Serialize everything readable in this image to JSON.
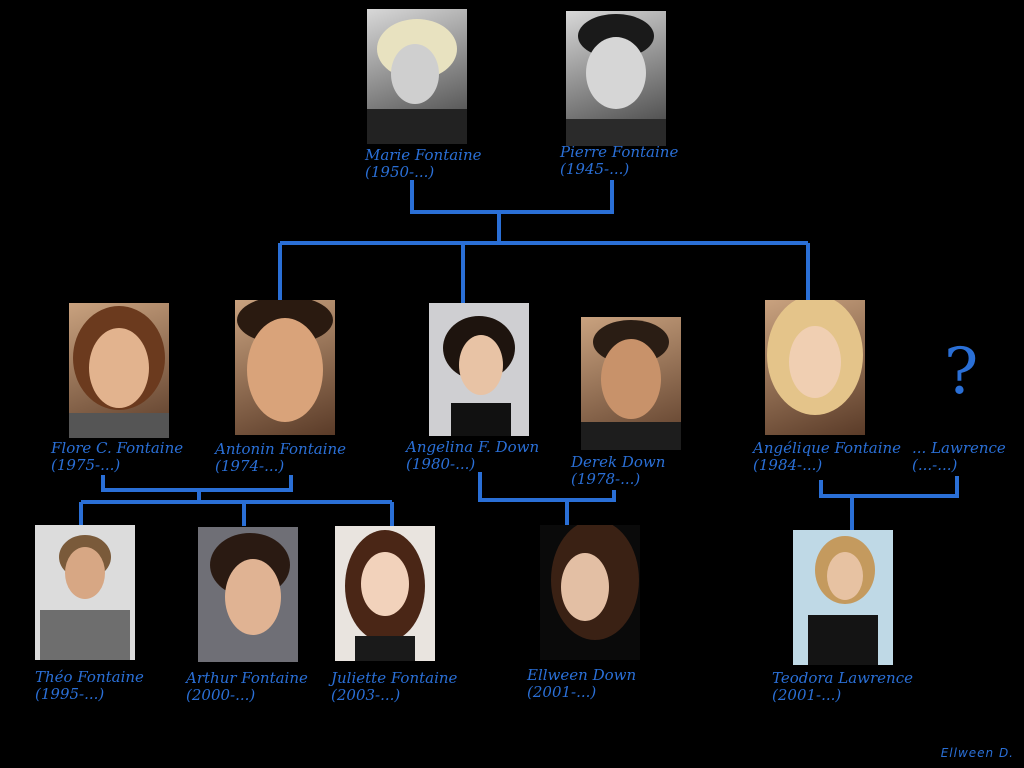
{
  "people": {
    "marie": {
      "name": "Marie Fontaine",
      "years": "(1950-...)"
    },
    "pierre": {
      "name": "Pierre Fontaine",
      "years": "(1945-...)"
    },
    "flore": {
      "name": "Flore C. Fontaine",
      "years": "(1975-...)"
    },
    "antonin": {
      "name": "Antonin Fontaine",
      "years": "(1974-...)"
    },
    "angelina": {
      "name": "Angelina F. Down",
      "years": "(1980-...)"
    },
    "derek": {
      "name": "Derek Down",
      "years": "(1978-...)"
    },
    "angelique": {
      "name": "Angélique Fontaine",
      "years": "(1984-...)"
    },
    "lawrence": {
      "name": "... Lawrence",
      "years": "(...-...)"
    },
    "theo": {
      "name": "Théo Fontaine",
      "years": "(1995-...)"
    },
    "arthur": {
      "name": "Arthur Fontaine",
      "years": "(2000-...)"
    },
    "juliette": {
      "name": "Juliette Fontaine",
      "years": "(2003-...)"
    },
    "ellween": {
      "name": "Ellween Down",
      "years": "(2001-...)"
    },
    "teodora": {
      "name": "Teodora Lawrence",
      "years": "(2001-...)"
    }
  },
  "unknown_mark": "?",
  "signature": "Ellween D.",
  "colors": {
    "background": "#000000",
    "line": "#2a6fd6",
    "text": "#2a6fd6"
  }
}
